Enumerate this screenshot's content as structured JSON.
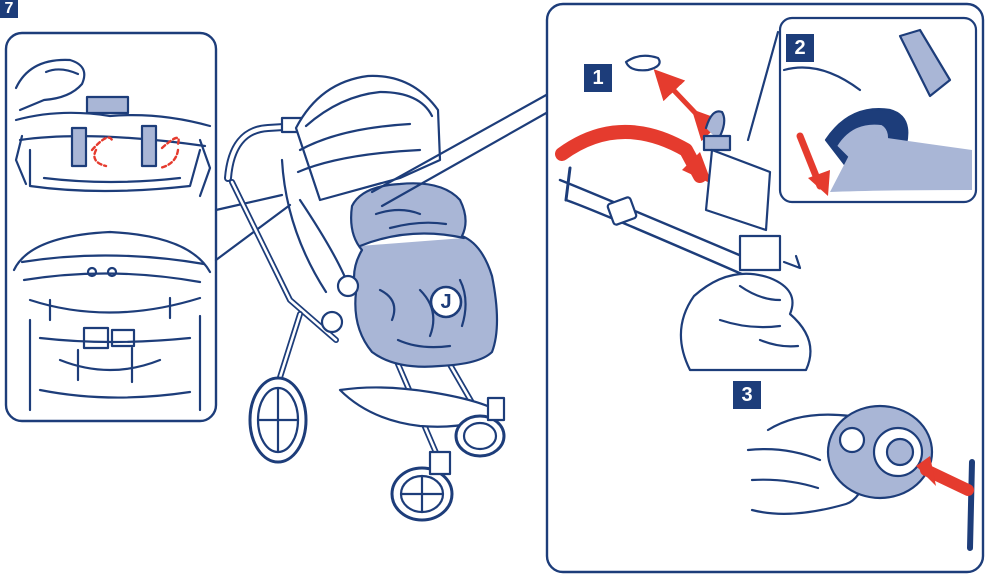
{
  "step_badge": "7",
  "component_label": "J",
  "sub_steps": [
    "1",
    "2",
    "3"
  ],
  "colors": {
    "outline": "#1d3d7a",
    "fill": "#a9b6d6",
    "fill_dark": "#8c9cc7",
    "arrow": "#e53b2e",
    "background": "#ffffff"
  }
}
